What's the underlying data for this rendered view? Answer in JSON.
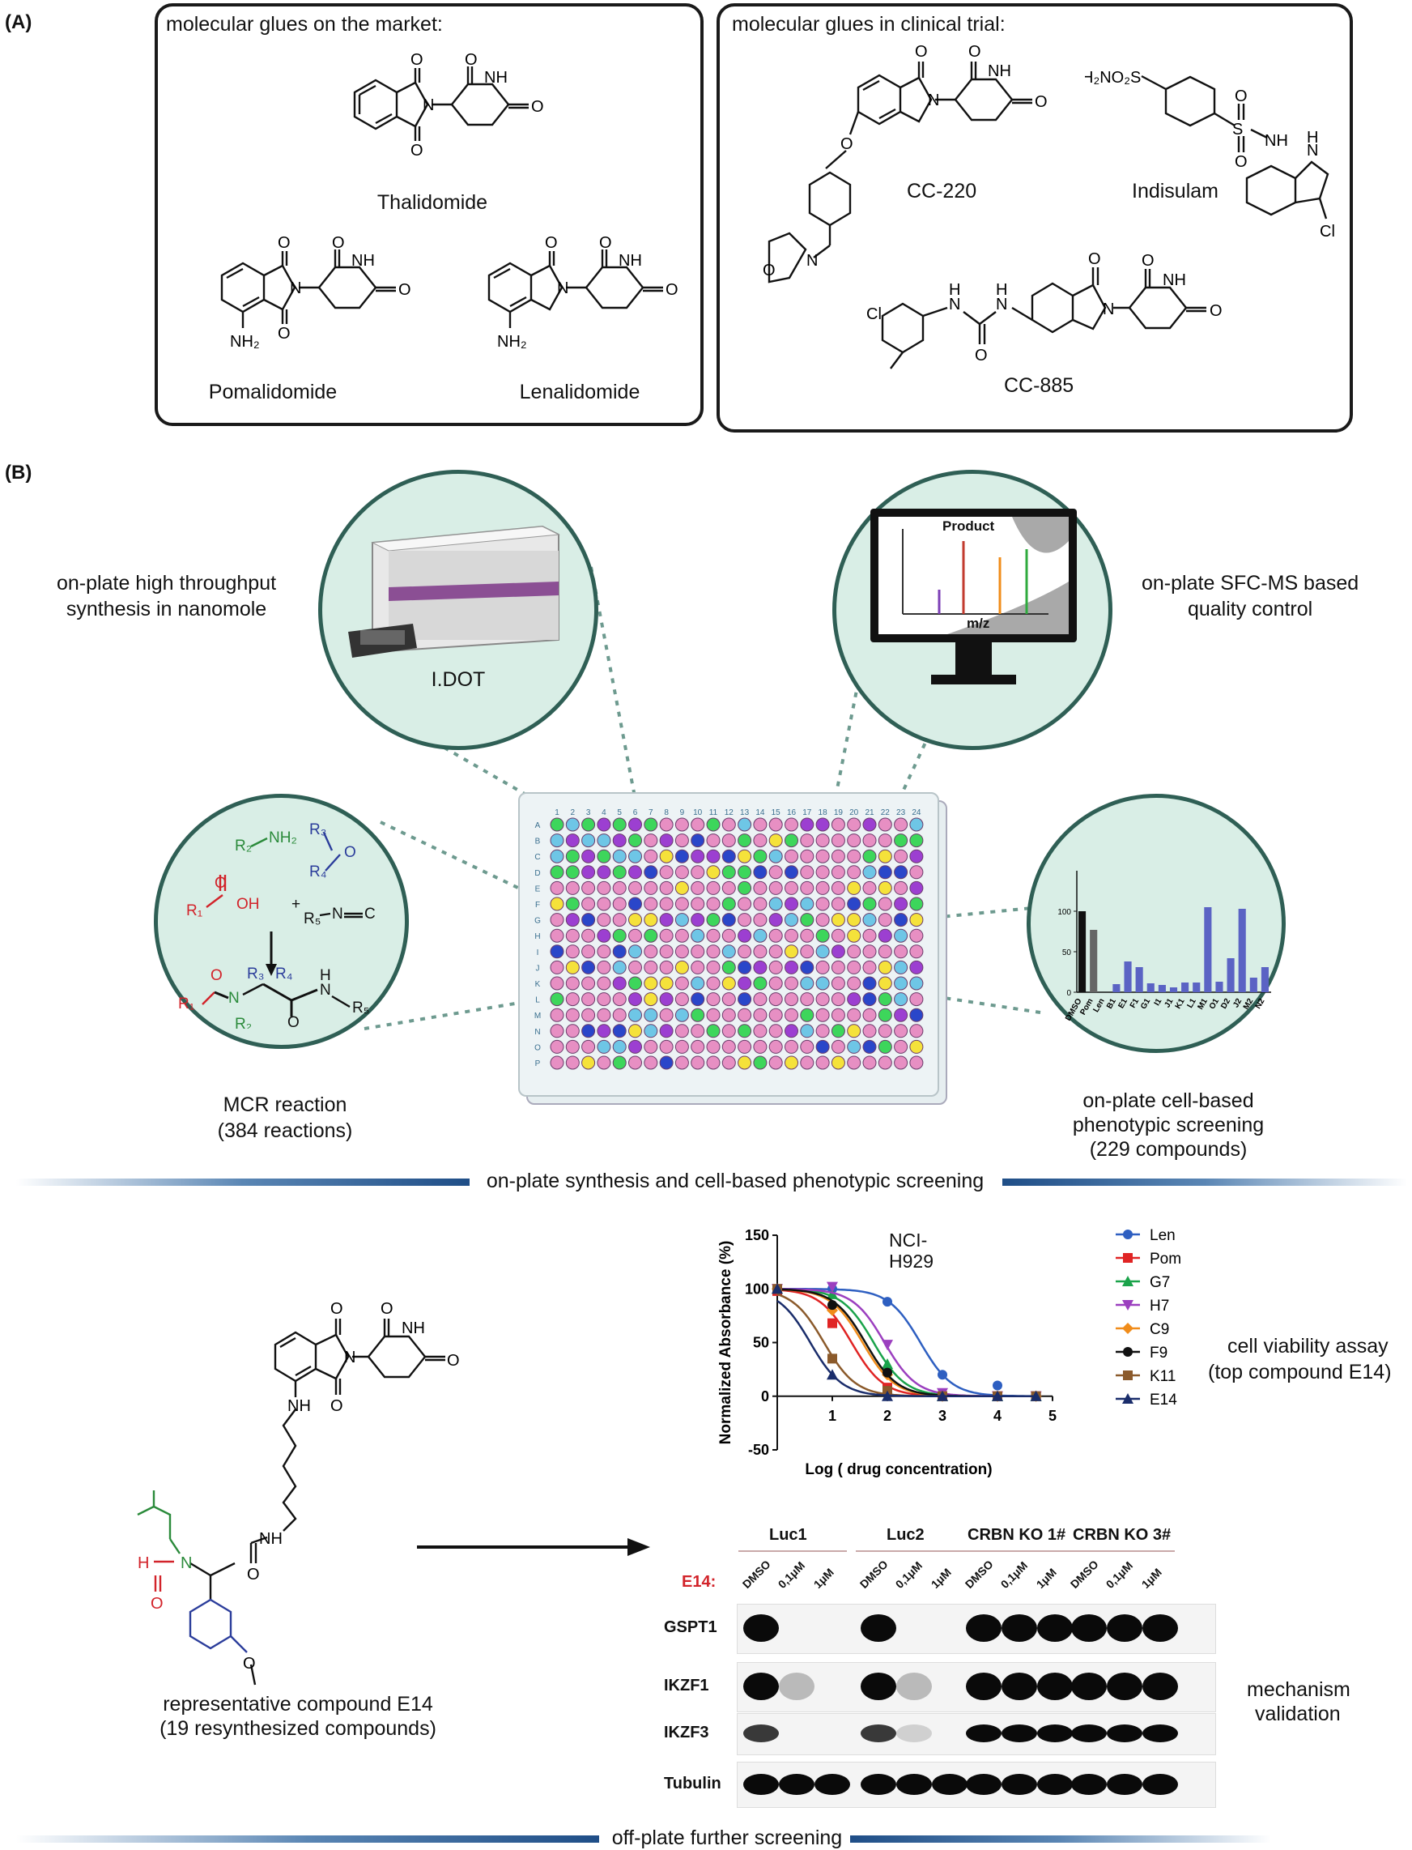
{
  "panelA": {
    "letter": "(A)",
    "left_title": "molecular glues on the market:",
    "right_title": "molecular glues in clinical trial:",
    "compounds": {
      "thalidomide": "Thalidomide",
      "pomalidomide": "Pomalidomide",
      "lenalidomide": "Lenalidomide",
      "cc220": "CC-220",
      "indisulam": "Indisulam",
      "cc885": "CC-885"
    },
    "atoms": {
      "O": "O",
      "NH": "NH",
      "N": "N",
      "H": "H",
      "Cl": "Cl",
      "S": "S",
      "NH2": "NH₂",
      "H2NO2S": "H₂NO₂S"
    }
  },
  "panelB": {
    "letter": "(B)",
    "idot_caption": "on-plate high throughput\nsynthesis in nanomole",
    "idot_label": "I.DOT",
    "sfc_caption": "on-plate SFC-MS based\nquality control",
    "ms_product": "Product",
    "ms_axis": "m/z",
    "mcr_caption_1": "MCR reaction",
    "mcr_caption_2": "(384 reactions)",
    "pheno_caption_1": "on-plate cell-based",
    "pheno_caption_2": "phenotypic screening",
    "pheno_caption_3": "(229 compounds)",
    "section1_title": "on-plate synthesis and cell-based phenotypic screening",
    "section2_title": "off-plate further screening",
    "plate_rows": [
      "A",
      "B",
      "C",
      "D",
      "E",
      "F",
      "G",
      "H",
      "I",
      "J",
      "K",
      "L",
      "M",
      "N",
      "O",
      "P"
    ],
    "plate_cols": [
      "1",
      "2",
      "3",
      "4",
      "5",
      "6",
      "7",
      "8",
      "9",
      "10",
      "11",
      "12",
      "13",
      "14",
      "15",
      "16",
      "17",
      "18",
      "19",
      "20",
      "21",
      "22",
      "23",
      "24"
    ],
    "mcr_labels": {
      "R1": "R₁",
      "R2": "R₂",
      "R3": "R₃",
      "R4": "R₄",
      "R5": "R₅",
      "NH2": "NH₂",
      "OH": "OH",
      "O": "O",
      "N": "N",
      "C": "C",
      "H": "H",
      "plus": "+"
    },
    "bar_chart": {
      "yticks": [
        "0",
        "50",
        "100"
      ],
      "categories": [
        "DMSO",
        "Pom",
        "Len",
        "B1",
        "E1",
        "F1",
        "G1",
        "I1",
        "J1",
        "K1",
        "L1",
        "M1",
        "O1",
        "D2",
        "J2",
        "M2",
        "N2"
      ],
      "values": [
        100,
        77,
        0,
        10,
        38,
        31,
        11,
        9,
        6,
        12,
        12,
        105,
        13,
        42,
        103,
        18,
        31
      ],
      "colors": [
        "#111111",
        "#666666",
        "#bbbbbb",
        "#5b63c4",
        "#5b63c4",
        "#5b63c4",
        "#5b63c4",
        "#5b63c4",
        "#5b63c4",
        "#5b63c4",
        "#5b63c4",
        "#5b63c4",
        "#5b63c4",
        "#5b63c4",
        "#5b63c4",
        "#5b63c4",
        "#5b63c4"
      ]
    },
    "representative_1": "representative compound E14",
    "representative_2": "(19 resynthesized compounds)",
    "e14_atoms": {
      "O": "O",
      "NH": "NH",
      "N": "N",
      "H": "H"
    },
    "viability_caption_1": "cell viability assay",
    "viability_caption_2": "(top compound E14)",
    "mechanism_1": "mechanism",
    "mechanism_2": "validation",
    "western": {
      "groups": [
        "Luc1",
        "Luc2",
        "CRBN KO 1#",
        "CRBN KO 3#"
      ],
      "treatment_label": "E14:",
      "treatments": [
        "DMSO",
        "0,1μM",
        "1μM"
      ],
      "proteins": [
        "GSPT1",
        "IKZF1",
        "IKZF3",
        "Tubulin"
      ]
    }
  },
  "chart_data": {
    "type": "line",
    "title": "NCI-\nH929",
    "xlabel": "Log ( drug concentration)",
    "ylabel": "Normalized Absorbance (%)",
    "xlim": [
      0,
      5
    ],
    "ylim": [
      -50,
      150
    ],
    "xticks": [
      "1",
      "2",
      "3",
      "4",
      "5"
    ],
    "yticks": [
      "-50",
      "0",
      "50",
      "100",
      "150"
    ],
    "series": [
      {
        "name": "Len",
        "color": "#2e5fc1",
        "marker": "circle",
        "x": [
          0,
          1,
          2,
          3,
          4,
          4.7
        ],
        "y": [
          98,
          100,
          88,
          20,
          10,
          0
        ],
        "ic50": 2.6
      },
      {
        "name": "Pom",
        "color": "#e02424",
        "marker": "square",
        "x": [
          0,
          1,
          2,
          3,
          4,
          4.7
        ],
        "y": [
          98,
          68,
          8,
          0,
          0,
          0
        ],
        "ic50": 1.35
      },
      {
        "name": "G7",
        "color": "#1aa34a",
        "marker": "triangle",
        "x": [
          0,
          1,
          2,
          3,
          4,
          4.7
        ],
        "y": [
          100,
          95,
          30,
          0,
          0,
          0
        ],
        "ic50": 1.75
      },
      {
        "name": "H7",
        "color": "#9b3fbf",
        "marker": "tri-down",
        "x": [
          0,
          1,
          2,
          3,
          4,
          4.7
        ],
        "y": [
          100,
          102,
          48,
          3,
          0,
          0
        ],
        "ic50": 1.95
      },
      {
        "name": "C9",
        "color": "#f08c1a",
        "marker": "diamond",
        "x": [
          0,
          1,
          2,
          3,
          4,
          4.7
        ],
        "y": [
          100,
          80,
          20,
          0,
          0,
          0
        ],
        "ic50": 1.55
      },
      {
        "name": "F9",
        "color": "#111111",
        "marker": "circle",
        "x": [
          0,
          1,
          2,
          3,
          4,
          4.7
        ],
        "y": [
          100,
          85,
          22,
          0,
          0,
          0
        ],
        "ic50": 1.6
      },
      {
        "name": "K11",
        "color": "#8b5a2b",
        "marker": "square",
        "x": [
          0,
          1,
          2,
          3,
          4,
          4.7
        ],
        "y": [
          100,
          35,
          5,
          0,
          0,
          0
        ],
        "ic50": 0.85
      },
      {
        "name": "E14",
        "color": "#1a2d6b",
        "marker": "triangle",
        "x": [
          0,
          1,
          2,
          3,
          4,
          4.7
        ],
        "y": [
          100,
          20,
          0,
          0,
          0,
          0
        ],
        "ic50": 0.6
      }
    ]
  }
}
